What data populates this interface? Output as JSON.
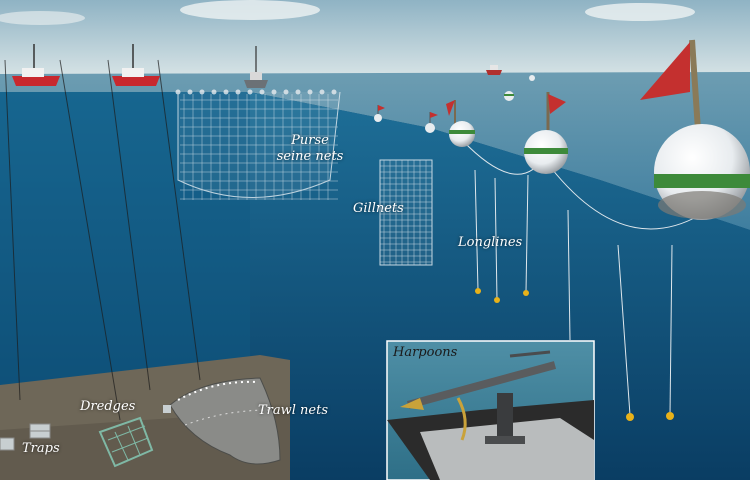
{
  "colors": {
    "sky_top": "#8fb3c4",
    "sky_bottom": "#d8e4e6",
    "sea_surface": "#6d9db2",
    "water_light": "#1e6f98",
    "water_deep": "#0a3d63",
    "seabed": "#6e6758",
    "boat_hull": "#c8282e",
    "flag": "#c4302f",
    "buoy_white": "#e8ecef",
    "buoy_band": "#3d8a3a",
    "float_yellow": "#e8b21a",
    "net": "#e6eef3",
    "line": "#dfe7ec"
  },
  "labels": {
    "purse_seine": [
      "Purse",
      "seine nets"
    ],
    "gillnets": "Gillnets",
    "longlines": "Longlines",
    "harpoons": "Harpoons",
    "trawl_nets": "Trawl nets",
    "dredges": "Dredges",
    "traps": "Traps"
  },
  "icons": [
    "fishing-boat-icon",
    "buoy-icon",
    "flag-icon",
    "harpoon-gun-icon",
    "trap-icon",
    "dredge-icon"
  ]
}
